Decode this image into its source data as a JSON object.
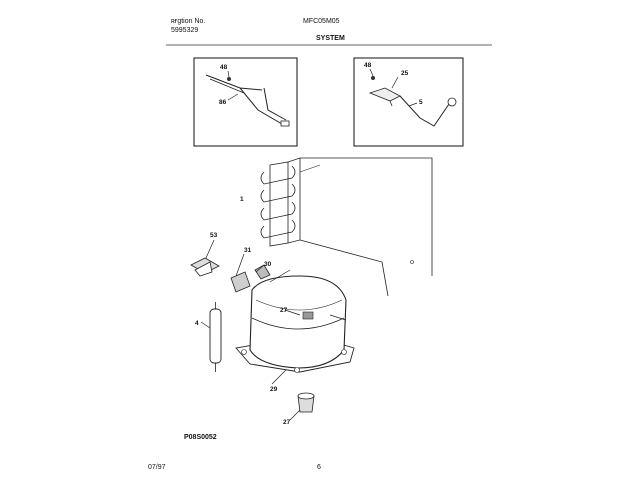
{
  "header": {
    "model_label": "ʀғgtion No.",
    "model_value": "MFC05M05",
    "publication_number": "5995329",
    "section_title": "SYSTEM"
  },
  "inset_left": {
    "callouts": [
      "48",
      "86"
    ]
  },
  "inset_right": {
    "callouts": [
      "48",
      "25",
      "5"
    ]
  },
  "main": {
    "callouts": [
      "1",
      "53",
      "31",
      "30",
      "4",
      "27",
      "29",
      "27"
    ]
  },
  "figure_code": "P08S0052",
  "footer": {
    "date": "07/97",
    "page": "6"
  }
}
